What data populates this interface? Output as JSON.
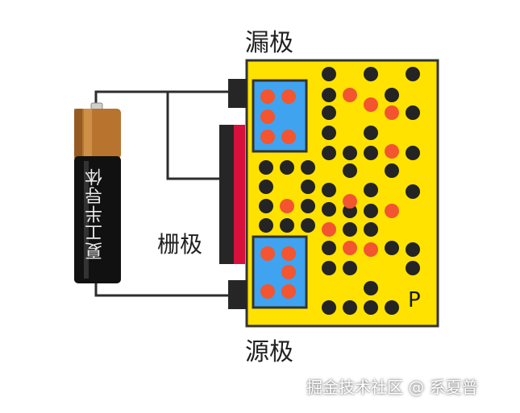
{
  "labels": {
    "drain": "漏极",
    "gate": "栅极",
    "source": "源极",
    "region": "P"
  },
  "battery": {
    "label": "夏工半导体"
  },
  "watermark": "掘金技术社区 @ 系夏普",
  "colors": {
    "substrate": "#ffe200",
    "n_region": "#3fa3f0",
    "gate_oxide": "#d8103c",
    "electron": "#242424",
    "hole": "#f2552f",
    "wire": "#2d2d2d",
    "battery_cap": "#b8732e",
    "battery_body": "#111111"
  }
}
